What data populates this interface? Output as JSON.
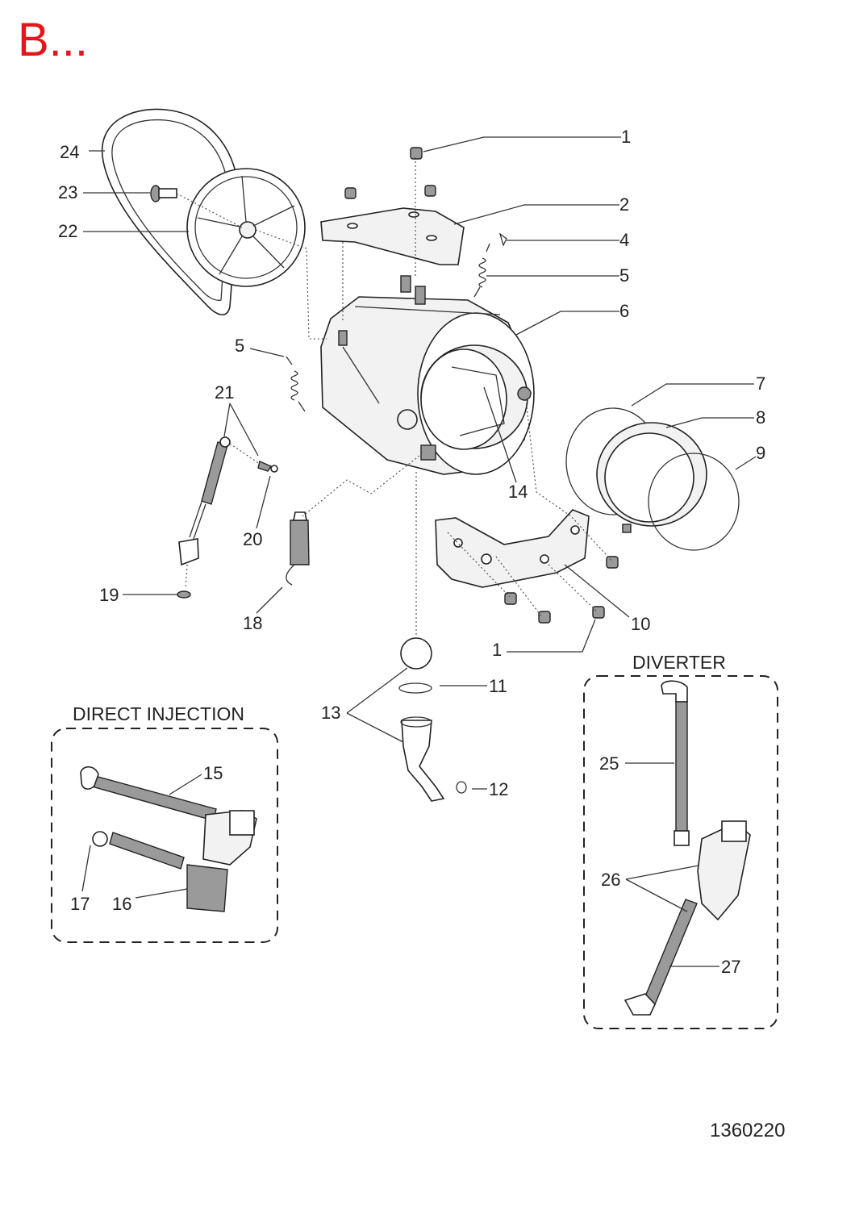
{
  "heading": {
    "text": "B...",
    "color": "#e3161b"
  },
  "document_number": "1360220",
  "groups": {
    "direct_injection": "DIRECT INJECTION",
    "diverter": "DIVERTER"
  },
  "callouts": {
    "p1": "1",
    "p2": "2",
    "p4": "4",
    "p5": "5",
    "p6": "6",
    "p7": "7",
    "p8": "8",
    "p9": "9",
    "p10": "10",
    "p11": "11",
    "p12": "12",
    "p13": "13",
    "p14": "14",
    "p15": "15",
    "p16": "16",
    "p17": "17",
    "p18": "18",
    "p19": "19",
    "p20": "20",
    "p21": "21",
    "p22": "22",
    "p23": "23",
    "p24": "24",
    "p25": "25",
    "p26": "26",
    "p27": "27"
  },
  "icons": [
    "drive-belt-icon",
    "pulley-icon",
    "tub-icon",
    "hose-icon",
    "pump-icon",
    "spring-icon",
    "shock-absorber-icon"
  ]
}
